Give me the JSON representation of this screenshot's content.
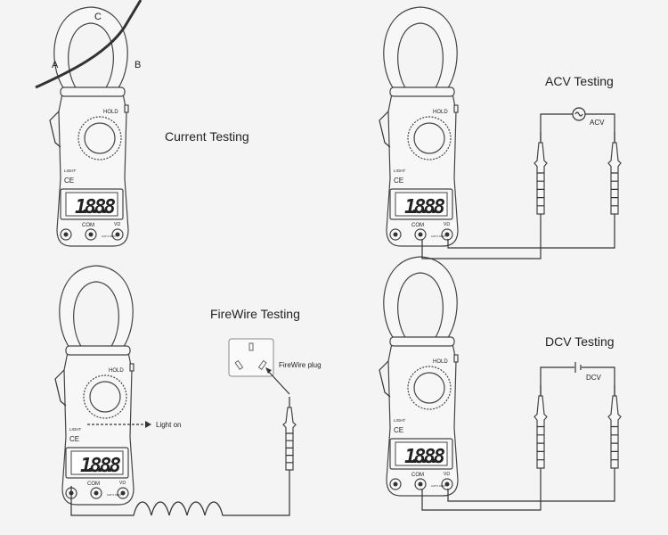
{
  "titles": {
    "current": "Current Testing",
    "acv": "ACV Testing",
    "firewire": "FireWire Testing",
    "dcv": "DCV Testing"
  },
  "jaw_labels": {
    "a": "A",
    "b": "B",
    "c": "C"
  },
  "meter": {
    "hold": "HOLD",
    "light": "LIGHT",
    "ce": "CE",
    "display": "1.8.8.8",
    "com": "COM",
    "vohm": "VΩ",
    "cat": "CAT II 600V"
  },
  "annotations": {
    "acv": "ACV",
    "dcv": "DCV",
    "light_on": "Light on",
    "firewire_plug": "FireWire plug"
  },
  "colors": {
    "line": "#333333",
    "background": "#f4f4f4",
    "display": "#222222"
  }
}
